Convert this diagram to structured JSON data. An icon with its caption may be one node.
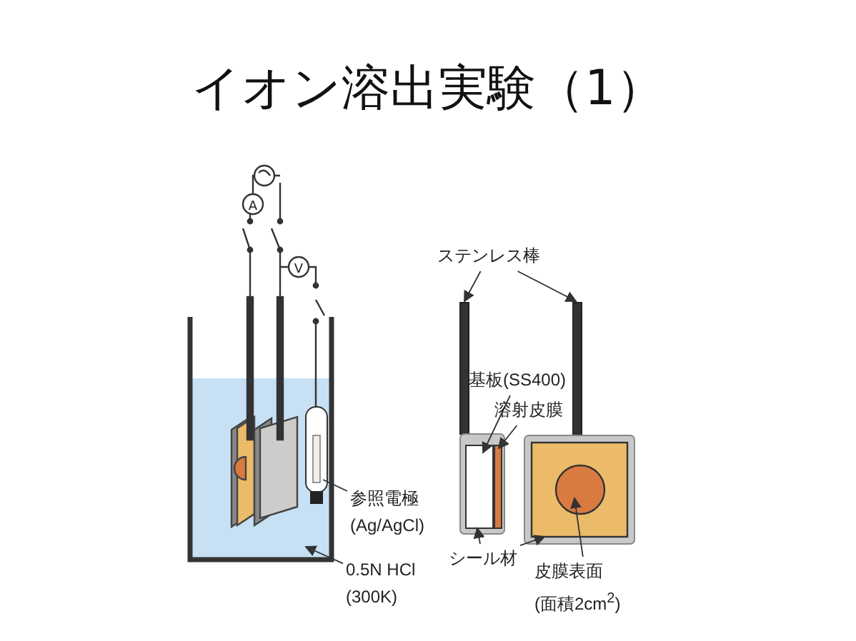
{
  "diagram": {
    "title": "イオン溶出実験（1）",
    "nodes": [
      {
        "text": [
          "参照電極 (Ag/AgCl)"
        ]
      },
      {
        "text": [],
        "shape": "cylinder",
        "in": 3
      },
      {
        "text": [
          "0.5N HCl (300K)"
        ]
      },
      {
        "text": [],
        "shape": "box"
      },
      {
        "text": [
          "ステンレス棒"
        ]
      },
      {
        "text": [],
        "shape": "bar"
      },
      {
        "text": [],
        "shape": "bar"
      },
      {
        "text": [
          "基板(SS400)"
        ]
      },
      {
        "text": [],
        "shape": "bar",
        "in": 12
      },
      {
        "text": [
          "溶射皮膜"
        ]
      },
      {
        "text": [],
        "shape": "bar",
        "in": 12
      },
      {
        "text": [
          "シール材"
        ]
      },
      {
        "text": [],
        "shape": "box"
      },
      {
        "text": [],
        "shape": "box"
      },
      {
        "text": [
          "皮膜表面 (面積2cm$^{2}$)"
        ]
      },
      {
        "text": [],
        "shape": "circle",
        "in": 13
      }
    ],
    "edges": [
      {
        "from": 0,
        "to": 1,
        "arrow": "none"
      },
      {
        "from": 2,
        "to": 3,
        "arrow": "to"
      },
      {
        "from": 4,
        "to": 5,
        "arrow": "to"
      },
      {
        "from": 4,
        "to": 6,
        "arrow": "to"
      },
      {
        "from": 7,
        "to": 8,
        "arrow": "to"
      },
      {
        "from": 9,
        "to": 10,
        "arrow": "to"
      },
      {
        "from": 11,
        "to": 12,
        "arrow": "to"
      },
      {
        "from": 11,
        "to": 13,
        "arrow": "to"
      },
      {
        "from": 14,
        "to": 15,
        "arrow": "to"
      }
    ],
    "labels": [
      "A",
      "V"
    ]
  }
}
